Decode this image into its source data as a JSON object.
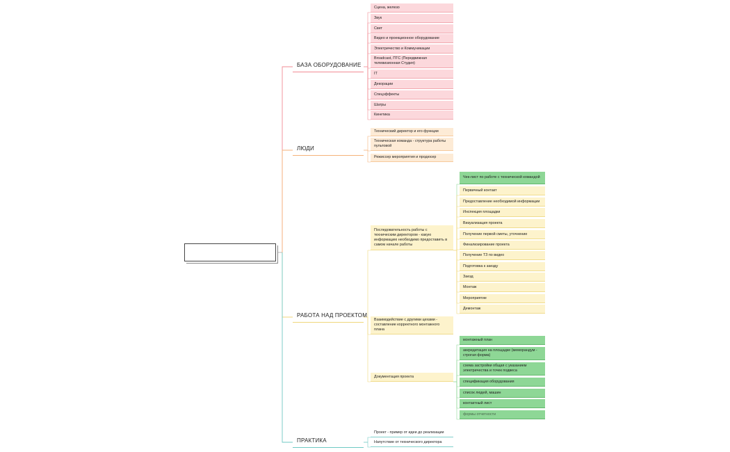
{
  "colors": {
    "equipment": "#f28b93",
    "people": "#f5b27a",
    "project": "#f0d77a",
    "docs": "#8ed796",
    "practice": "#6fc9c3"
  },
  "root": {
    "label": ""
  },
  "branches": {
    "equipment": "БАЗА ОБОРУДОВАНИЕ",
    "people": "ЛЮДИ",
    "project": "РАБОТА НАД ПРОЕКТОМ",
    "practice": "ПРАКТИКА"
  },
  "equipment_items": [
    "Сцена, железо",
    "Звук",
    "Свет",
    "Видео и проекционное оборудование",
    "Электричество и Коммуникации",
    "Broadcast, ПТС (Передвижная телевизионная Студия)",
    "IT",
    "Декорации",
    "Спецэффекты",
    "Шатры",
    "Кинетика"
  ],
  "people_items": [
    "Технический директор и его функции",
    "Техническая команда - структура работы пультовой",
    "Режиссер мероприятия и продюсер"
  ],
  "project_items": [
    "Последовательность работы с техническим директором - какую информацию необходимо предоставить в самом начале работы",
    "Взаимодействие с другими цехами - составление корректного монтажного плана",
    "Документация проекта"
  ],
  "sequence_steps": [
    "Чек-лист по работе с технической командой",
    "Первичный контакт",
    "Предоставление необходимой информации",
    "Инспекция площадки",
    "Визуализация проекта",
    "Получение первой сметы, уточнение",
    "Финализирование проекта",
    "Получение ТЗ по видео",
    "Подготовка к заезду",
    "Заезд",
    "Монтаж",
    "Мероприятие",
    "Демонтаж"
  ],
  "doc_items": [
    "монтажный план",
    "аккредитация на площадке (меморандум - строгая форма)",
    "схема застройки общая с указанием электричества и точек подвеса",
    "спецификация оборудования",
    "список людей, машин",
    "контактный лист",
    "формы отчетности"
  ],
  "practice_items": [
    "Проект - пример от идеи до реализации",
    "Напутствие от технического директора"
  ]
}
